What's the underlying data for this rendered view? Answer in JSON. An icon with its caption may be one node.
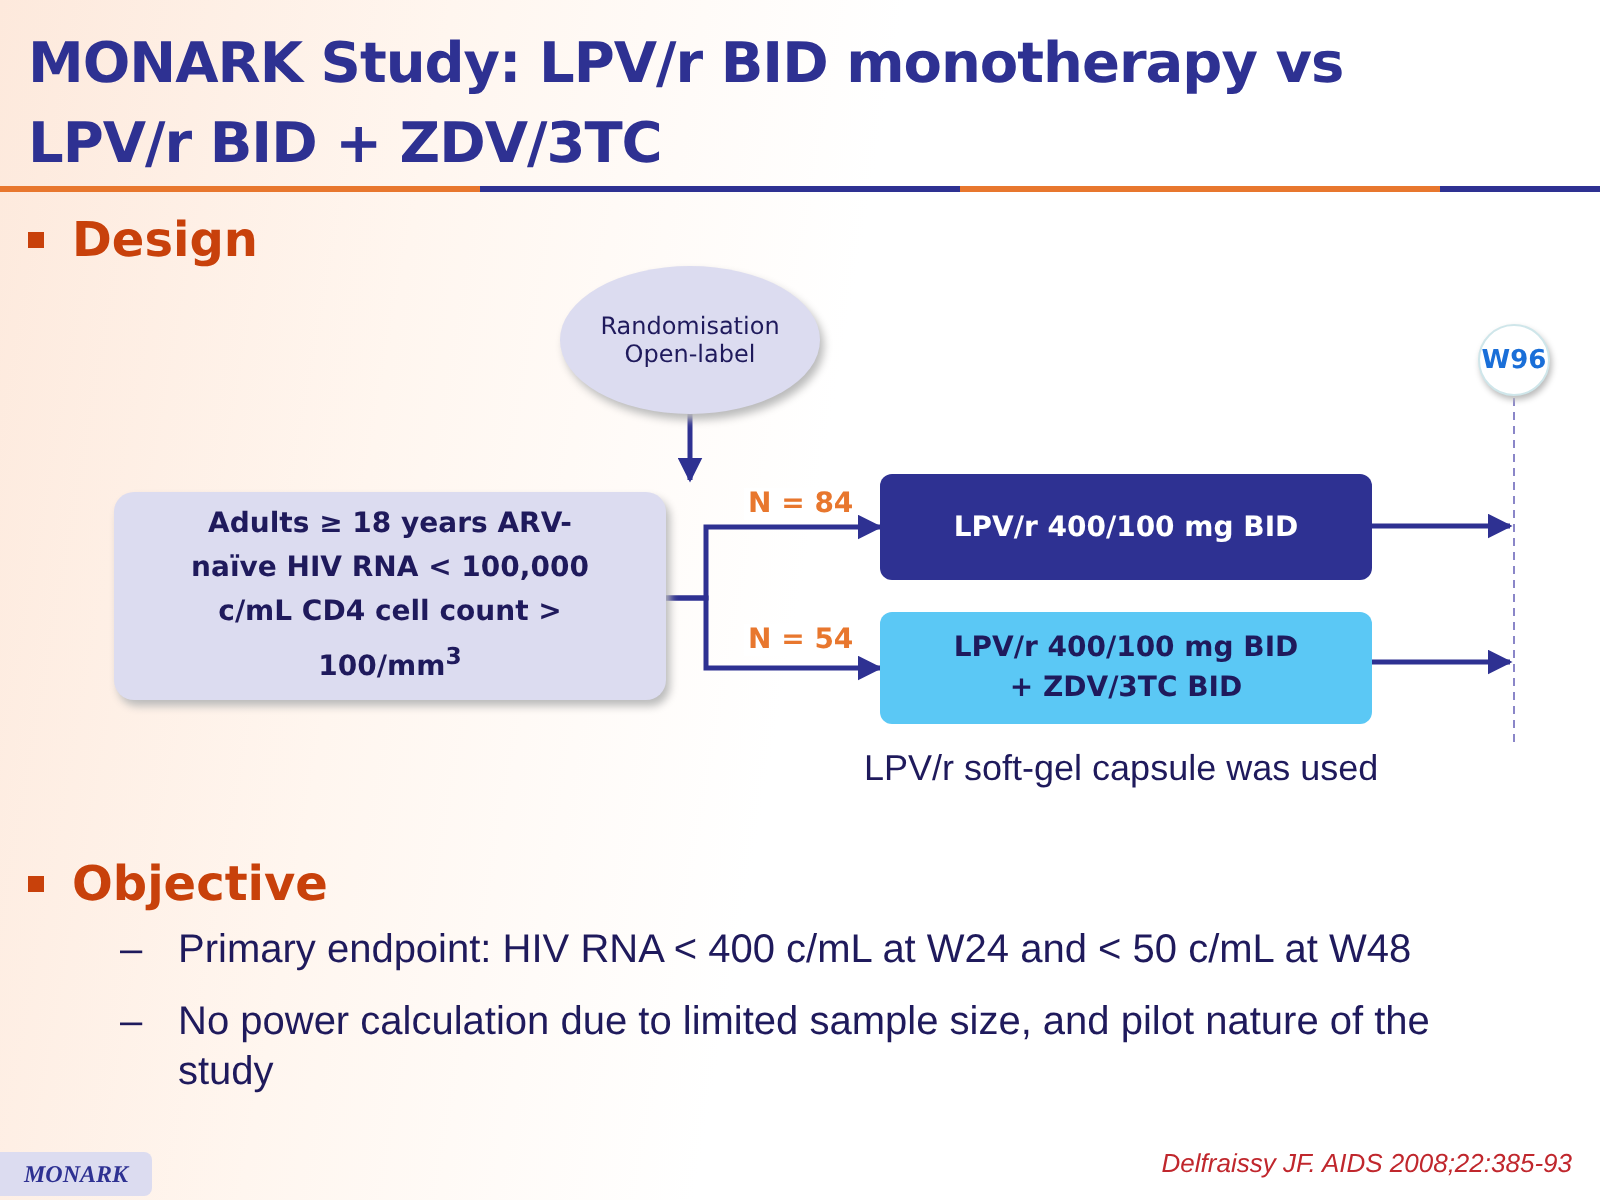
{
  "diagram": {
    "title": "MONARK Study: LPV/r BID monotherapy vs LPV/r BID + ZDV/3TC",
    "nodes": [
      {
        "text": [
          "Randomisation Open-label"
        ]
      },
      {
        "text": [
          "Adults ≥ 18 years ARV-naïve HIV RNA < 100,000 c/mL CD4 cell count > 100/mm$^{3}$"
        ]
      },
      {
        "text": [
          "LPV/r 400/100 mg BID"
        ]
      },
      {
        "text": [
          "LPV/r 400/100 mg BID + ZDV/3TC BID"
        ]
      },
      {
        "text": [
          "W96"
        ]
      }
    ],
    "edges": [
      {
        "from": 0,
        "to": 1,
        "arrow": "to"
      },
      {
        "from": 1,
        "to": 2,
        "arrow": "to",
        "label": "N = 84"
      },
      {
        "from": 1,
        "to": 3,
        "arrow": "to",
        "label": "N = 54"
      },
      {
        "from": 2,
        "to": null,
        "arrow": "to"
      },
      {
        "from": 3,
        "to": null,
        "arrow": "to"
      }
    ],
    "labels": [
      "Design",
      "LPV/r soft-gel capsule was used",
      "Objective",
      "–",
      "Primary endpoint: HIV RNA < 400 c/mL at W24 and < 50 c/mL at W48",
      "–",
      "No power calculation due to limited sample size, and pilot nature of the study",
      "MONARK",
      "Delfraissy JF. AIDS 2008;22:385-93"
    ]
  }
}
